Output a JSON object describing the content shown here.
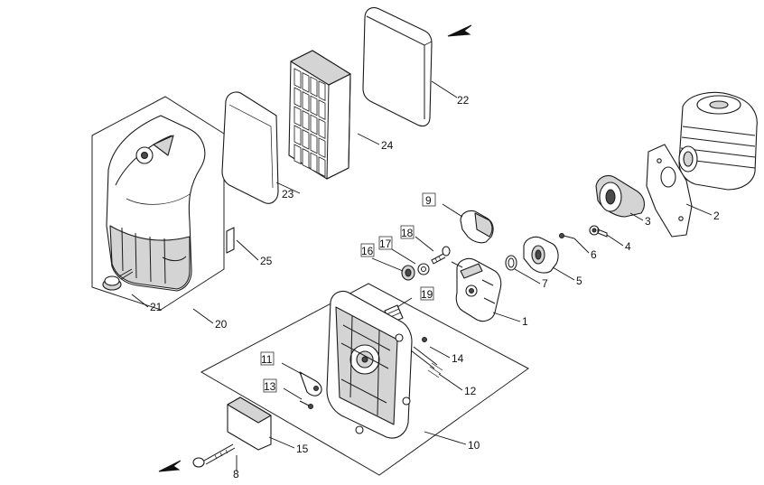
{
  "labels": {
    "p1": "1",
    "p2": "2",
    "p3": "3",
    "p4": "4",
    "p5": "5",
    "p6": "6",
    "p7": "7",
    "p8": "8",
    "p9": "9",
    "p10": "10",
    "p11": "11",
    "p12": "12",
    "p13": "13",
    "p14": "14",
    "p15": "15",
    "p16": "16",
    "p17": "17",
    "p18": "18",
    "p19": "19",
    "p20": "20",
    "p21": "21",
    "p22": "22",
    "p23": "23",
    "p24": "24",
    "p25": "25"
  },
  "boxed_labels": [
    "9",
    "11",
    "13",
    "16",
    "17",
    "18",
    "19"
  ]
}
